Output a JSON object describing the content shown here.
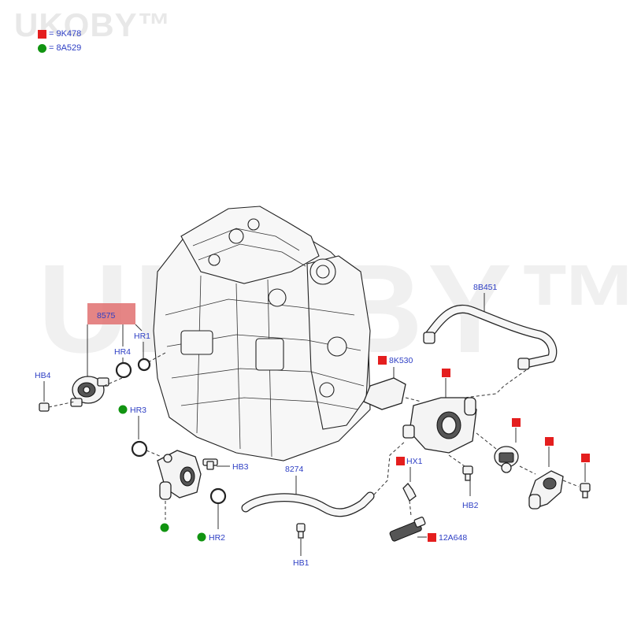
{
  "watermark": {
    "brand": "UKOBY™"
  },
  "legend": [
    {
      "marker": "red-square",
      "color": "#e41e1e",
      "text": "= 9K478"
    },
    {
      "marker": "green-dot",
      "color": "#119411",
      "text": "= 8A529"
    }
  ],
  "highlight": {
    "label": "8575",
    "color": "#e07070"
  },
  "callouts": {
    "hr1": "HR1",
    "hr4": "HR4",
    "hb4": "HB4",
    "hr3": "HR3",
    "hb3": "HB3",
    "hr2": "HR2",
    "hb1": "HB1",
    "p8274": "8274",
    "p8b451": "8B451",
    "p8k530": "8K530",
    "hx1": "HX1",
    "p12a648": "12A648",
    "hb2": "HB2"
  },
  "colors": {
    "callout_text": "#2d3ec4",
    "red_marker": "#e41e1e",
    "green_marker": "#119411"
  }
}
